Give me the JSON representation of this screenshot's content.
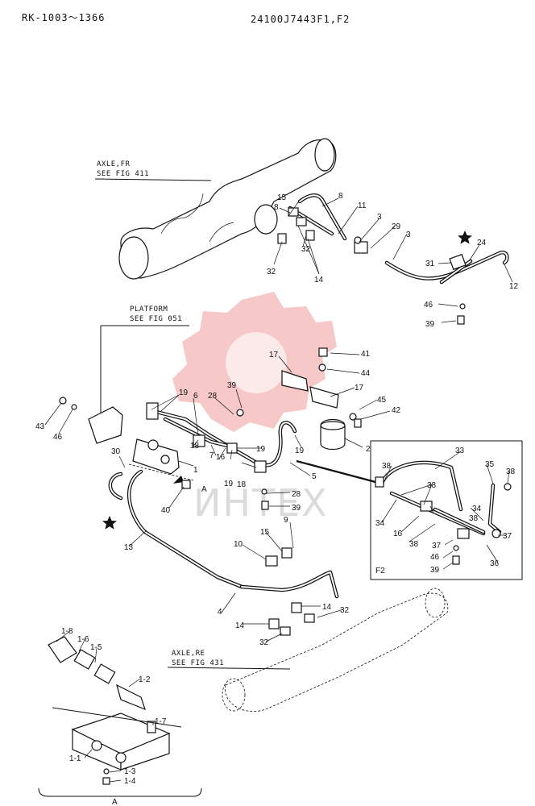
{
  "header": {
    "left_code": "RK-1003〜1366",
    "center_code": "24100J7443F1,F2"
  },
  "annotations": {
    "axle_front_line1": "AXLE,FR",
    "axle_front_line2": "SEE FIG 411",
    "platform_line1": "PLATFORM",
    "platform_line2": "SEE FIG 051",
    "axle_rear_line1": "AXLE,RE",
    "axle_rear_line2": "SEE FIG 431",
    "inset_label": "F2",
    "detail_label": "A",
    "arrow_label": "A"
  },
  "watermark": {
    "text": "ИНТЕХ",
    "color": "#e23b3b"
  },
  "callouts": [
    {
      "id": "c-15a",
      "text": "15"
    },
    {
      "id": "c-8a",
      "text": "8"
    },
    {
      "id": "c-8b",
      "text": "8"
    },
    {
      "id": "c-11",
      "text": "11"
    },
    {
      "id": "c-3a",
      "text": "3"
    },
    {
      "id": "c-29",
      "text": "29"
    },
    {
      "id": "c-3b",
      "text": "3"
    },
    {
      "id": "c-24",
      "text": "24"
    },
    {
      "id": "c-31",
      "text": "31"
    },
    {
      "id": "c-12",
      "text": "12"
    },
    {
      "id": "c-32a",
      "text": "32"
    },
    {
      "id": "c-32b",
      "text": "32"
    },
    {
      "id": "c-14a",
      "text": "14"
    },
    {
      "id": "c-46a",
      "text": "46"
    },
    {
      "id": "c-39a",
      "text": "39"
    },
    {
      "id": "c-41",
      "text": "41"
    },
    {
      "id": "c-17a",
      "text": "17"
    },
    {
      "id": "c-44",
      "text": "44"
    },
    {
      "id": "c-17b",
      "text": "17"
    },
    {
      "id": "c-45",
      "text": "45"
    },
    {
      "id": "c-42",
      "text": "42"
    },
    {
      "id": "c-19a",
      "text": "19"
    },
    {
      "id": "c-6",
      "text": "6"
    },
    {
      "id": "c-28a",
      "text": "28"
    },
    {
      "id": "c-39b",
      "text": "39"
    },
    {
      "id": "c-43",
      "text": "43"
    },
    {
      "id": "c-46b",
      "text": "46"
    },
    {
      "id": "c-18a",
      "text": "18"
    },
    {
      "id": "c-19b",
      "text": "19"
    },
    {
      "id": "c-19c",
      "text": "19"
    },
    {
      "id": "c-2",
      "text": "2"
    },
    {
      "id": "c-30",
      "text": "30"
    },
    {
      "id": "c-1",
      "text": "1"
    },
    {
      "id": "c-7",
      "text": "7"
    },
    {
      "id": "c-16a",
      "text": "16"
    },
    {
      "id": "c-19d",
      "text": "19"
    },
    {
      "id": "c-18b",
      "text": "18"
    },
    {
      "id": "c-5",
      "text": "5"
    },
    {
      "id": "c-40",
      "text": "40"
    },
    {
      "id": "c-28b",
      "text": "28"
    },
    {
      "id": "c-39c",
      "text": "39"
    },
    {
      "id": "c-13",
      "text": "13"
    },
    {
      "id": "c-9",
      "text": "9"
    },
    {
      "id": "c-15b",
      "text": "15"
    },
    {
      "id": "c-10",
      "text": "10"
    },
    {
      "id": "c-4",
      "text": "4"
    },
    {
      "id": "c-14b",
      "text": "14"
    },
    {
      "id": "c-32c",
      "text": "32"
    },
    {
      "id": "c-14c",
      "text": "14"
    },
    {
      "id": "c-32d",
      "text": "32"
    },
    {
      "id": "c-33",
      "text": "33"
    },
    {
      "id": "c-38a",
      "text": "38"
    },
    {
      "id": "c-35",
      "text": "35"
    },
    {
      "id": "c-38b",
      "text": "38"
    },
    {
      "id": "c-38c",
      "text": "38"
    },
    {
      "id": "c-34a",
      "text": "34"
    },
    {
      "id": "c-34b",
      "text": "34"
    },
    {
      "id": "c-38d",
      "text": "38"
    },
    {
      "id": "c-16b",
      "text": "16"
    },
    {
      "id": "c-37a",
      "text": "37"
    },
    {
      "id": "c-38e",
      "text": "38"
    },
    {
      "id": "c-37b",
      "text": "37"
    },
    {
      "id": "c-46c",
      "text": "46"
    },
    {
      "id": "c-39d",
      "text": "39"
    },
    {
      "id": "c-36",
      "text": "36"
    },
    {
      "id": "c-1-8",
      "text": "1-8"
    },
    {
      "id": "c-1-6",
      "text": "1-6"
    },
    {
      "id": "c-1-5",
      "text": "1-5"
    },
    {
      "id": "c-1-2",
      "text": "1-2"
    },
    {
      "id": "c-1-7",
      "text": "1-7"
    },
    {
      "id": "c-1-1",
      "text": "1-1"
    },
    {
      "id": "c-1-3",
      "text": "1-3"
    },
    {
      "id": "c-1-4",
      "text": "1-4"
    }
  ]
}
